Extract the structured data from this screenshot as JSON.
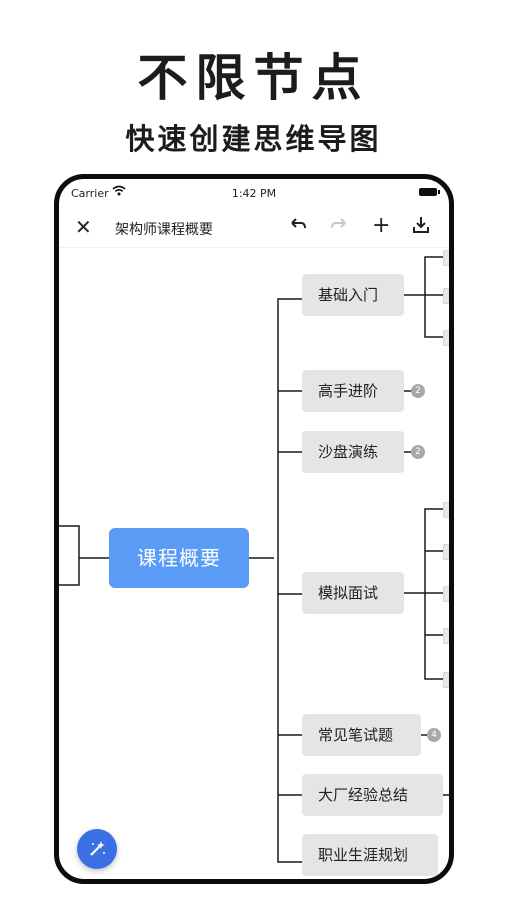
{
  "promo": {
    "headline": "不限节点",
    "subline": "快速创建思维导图"
  },
  "status_bar": {
    "carrier": "Carrier",
    "wifi_icon": "wifi-icon",
    "time": "1:42 PM",
    "battery_icon": "battery-icon"
  },
  "toolbar": {
    "close_icon": "close-icon",
    "title": "架构师课程概要",
    "undo_icon": "undo-icon",
    "redo_icon": "redo-icon",
    "add_icon": "add-icon",
    "export_icon": "export-icon"
  },
  "mindmap": {
    "root": "课程概要",
    "children": [
      {
        "label": "基础入门",
        "badge": null
      },
      {
        "label": "高手进阶",
        "badge": "2"
      },
      {
        "label": "沙盘演练",
        "badge": "2"
      },
      {
        "label": "模拟面试",
        "badge": null
      },
      {
        "label": "常见笔试题",
        "badge": "4"
      },
      {
        "label": "大厂经验总结",
        "badge": null
      },
      {
        "label": "职业生涯规划",
        "badge": null
      }
    ]
  },
  "fab": {
    "icon": "magic-wand-icon"
  },
  "colors": {
    "accent": "#5a9cf5",
    "fab": "#3b6fe4",
    "node_bg": "#e5e5e5",
    "badge": "#a8a8a8"
  }
}
